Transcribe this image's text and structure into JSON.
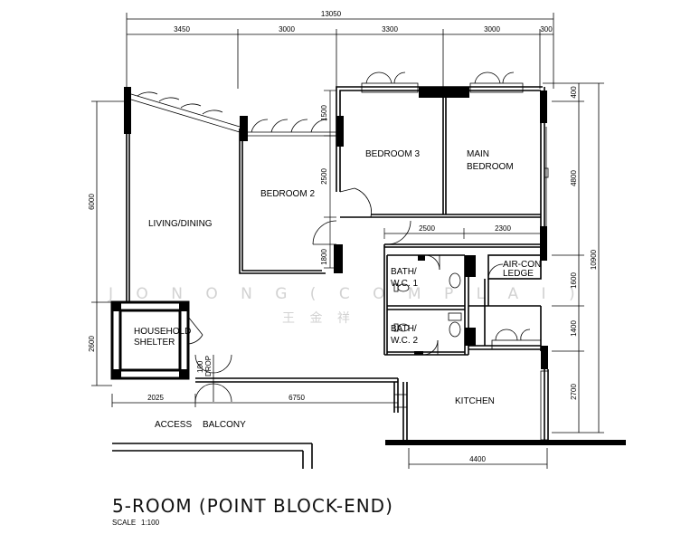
{
  "title": "5-ROOM (POINT BLOCK-END)",
  "scale": {
    "label": "SCALE",
    "value": "1:100"
  },
  "rooms": {
    "living_dining": "LIVING/DINING",
    "bedroom2": "BEDROOM 2",
    "bedroom3": "BEDROOM 3",
    "main_bedroom_1": "MAIN",
    "main_bedroom_2": "BEDROOM",
    "bath1_1": "BATH/",
    "bath1_2": "W.C. 1",
    "bath2_1": "BATH/",
    "bath2_2": "W.C. 2",
    "aircon_1": "AIR-CON",
    "aircon_2": "LEDGE",
    "shelter_1": "HOUSEHOLD",
    "shelter_2": "SHELTER",
    "kitchen": "KITCHEN",
    "access": "ACCESS",
    "balcony": "BALCONY",
    "ddrop_1": "100",
    "ddrop_2": "DROP"
  },
  "dimensions": {
    "overall_top": "13050",
    "top": [
      "3450",
      "3000",
      "3300",
      "3000",
      "300"
    ],
    "right": [
      "400",
      "4800",
      "1600",
      "1400",
      "2700"
    ],
    "right_total": "10900",
    "left": [
      "6000",
      "2600"
    ],
    "inner_vertical": [
      "1500",
      "2500",
      "1800"
    ],
    "inner_horizontal": [
      "2500",
      "2300"
    ],
    "bottom_left": [
      "2025",
      "6750"
    ],
    "bottom_kitchen": "4400"
  },
  "watermark": {
    "latin": "J O N   O N G   ( C O M P L A I )",
    "chinese": "王 金 祥"
  }
}
